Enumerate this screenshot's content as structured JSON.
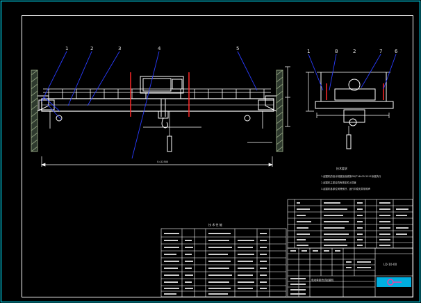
{
  "drawing": {
    "background": "#000000",
    "colors": {
      "frame": "#ffffff",
      "outer_border": "#00b4c8",
      "structure": "#ffffff",
      "leaders": "#2a3cff",
      "centerline": "#ff2828",
      "dimension": "#ffffff",
      "labels": "#e8e8e8",
      "logo_bar": "#00aee0",
      "logo_mark": "#ff3c9c"
    },
    "side_view_balloons": [
      "1",
      "2",
      "3",
      "4",
      "5"
    ],
    "end_view_balloons": [
      "1",
      "8",
      "2",
      "7",
      "6"
    ],
    "dimension_span": "S=22500",
    "notes_title": "技术要求",
    "notes": [
      "1.起重机的设计制造及验收按GB/T14405-2011标准执行",
      "2.起重机主梁应具有规定的上拱度",
      "3.起重机各部位润滑良好，运行平稳无异常响声"
    ],
    "spec_table_title": "技 术 性 能",
    "drawing_number": "LD-10-00",
    "title_block_name": "电动单梁桥式起重机"
  }
}
